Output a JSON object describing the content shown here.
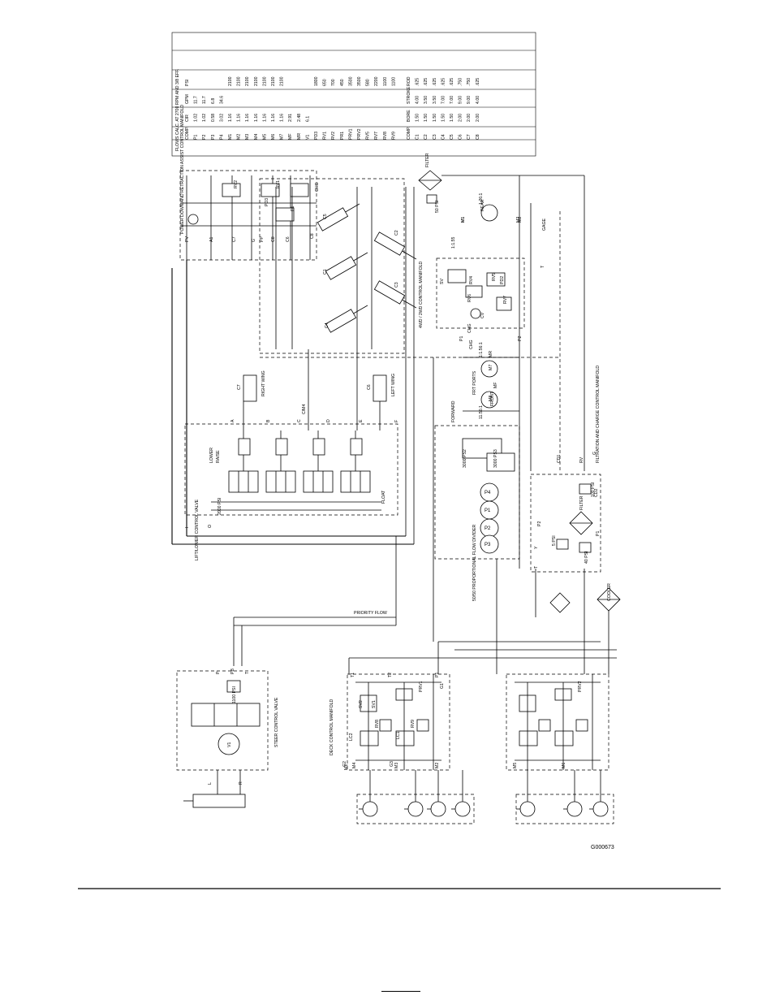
{
  "figure_id": "G000673",
  "flow_table": {
    "title": "FLOWS CALC. AT 2700 RPM AND 3/8 EFF.",
    "headers": [
      "COMP.",
      "CIR",
      "GPM",
      "PSI"
    ],
    "rows": [
      [
        "P1",
        "1.02",
        "11.7",
        ""
      ],
      [
        "P2",
        "1.02",
        "11.7",
        ""
      ],
      [
        "P3",
        "0.58",
        "6.8",
        ""
      ],
      [
        "P4",
        "3.02",
        "34.6",
        ""
      ],
      [
        "M1",
        "1.16",
        "",
        "2100"
      ],
      [
        "M2",
        "1.16",
        "",
        "2100"
      ],
      [
        "M3",
        "1.16",
        "",
        "2100"
      ],
      [
        "M4",
        "1.16",
        "",
        "2100"
      ],
      [
        "M5",
        "1.16",
        "",
        "2100"
      ],
      [
        "M6",
        "1.16",
        "",
        "2100"
      ],
      [
        "M7",
        "1.16",
        "",
        "2100"
      ],
      [
        "MF",
        "2.91",
        "",
        ""
      ],
      [
        "MR",
        "2.48",
        "",
        ""
      ],
      [
        "V1",
        "6.1",
        "",
        ""
      ],
      [
        "PD3",
        "",
        "",
        "1800"
      ],
      [
        "RV1",
        "",
        "",
        "650"
      ],
      [
        "RV2",
        "",
        "",
        "700"
      ],
      [
        "PR1",
        "",
        "",
        "450"
      ],
      [
        "PRV1",
        "",
        "",
        "3500"
      ],
      [
        "PRV2",
        "",
        "",
        "3500"
      ],
      [
        "RV5",
        "",
        "",
        "580"
      ],
      [
        "RV7",
        "",
        "",
        "2200"
      ],
      [
        "RV8",
        "",
        "",
        "1100"
      ],
      [
        "RV9",
        "",
        "",
        "1100"
      ]
    ],
    "cyl_headers": [
      "COMP.",
      "BORE",
      "STROKE",
      "ROD"
    ],
    "cyl_rows": [
      [
        "C1",
        "1.50",
        "4.00",
        ".625"
      ],
      [
        "C2",
        "1.50",
        "3.50",
        ".625"
      ],
      [
        "C3",
        "1.50",
        "3.50",
        ".625"
      ],
      [
        "C4",
        "1.50",
        "7.00",
        ".625"
      ],
      [
        "C5",
        "1.50",
        "7.00",
        ".625"
      ],
      [
        "C6",
        "2.00",
        "9.00",
        ".750"
      ],
      [
        "C7",
        "2.00",
        "9.00",
        ".750"
      ],
      [
        "C8",
        "2.00",
        "4.00",
        ".625"
      ]
    ]
  },
  "labels": {
    "power_down": "POWER DOWN AND RETRACTION ASSIST CONTROL MANIFOLD",
    "lift_lower": "LIFT/LOWER CONTROL VALVE",
    "lower": "LOWER",
    "raise": "RAISE",
    "float": "FLOAT",
    "priority_flow": "PRIORITY FLOW",
    "flow_divider": "50/50 PROPORTIONAL FLOW DIVIDER",
    "fourwd": "4WD / 2WD CONTROL MANIFOLD",
    "filtration": "FILTRATION AND CHARGE CONTROL MANIFOLD",
    "filter": "FILTER",
    "cooler": "COOLER",
    "steer": "STEER CONTROL VALVE",
    "deck": "DECK CONTROL MANIFOLD",
    "right_wing": "RIGHT WING",
    "left_wing": "LEFT WING",
    "forward": "FORWARD",
    "front": "FRONT",
    "rear": "REAR",
    "frt_ports": "FRT PORTS",
    "gage": "GAGE",
    "chg": "CHG",
    "psi_2000": "2000 PSI",
    "psi_1100": "1100 PSI",
    "psi_50": "50 PSI",
    "psi_100": "100 PSI",
    "psi_5": "5 PSI",
    "psi_40": "40 PSI",
    "psi_3000a": "3000 PS2",
    "psi_3000b": "3000 PS3",
    "ratio_1": "1:1.55",
    "ratio_2": "1:1.56:1",
    "ratio_3": "11.56:1",
    "ratio_4": "1.26:1"
  },
  "ports": {
    "manifold_top": [
      "PV",
      "A1",
      "C7",
      "C6",
      "E1",
      "G",
      "PP",
      "C8"
    ],
    "pd": [
      "RV2",
      "RV1",
      "PD3",
      "CHG"
    ],
    "lift_ports": [
      "A",
      "B",
      "C",
      "D",
      "E",
      "F",
      "C/M4",
      "I",
      "O"
    ],
    "cylinders": [
      "C1",
      "C2",
      "C3",
      "C4",
      "C5",
      "C6",
      "C7",
      "C8"
    ],
    "pumps": [
      "P1",
      "P2",
      "P3",
      "P4"
    ],
    "motors_drive": [
      "M1",
      "M2",
      "M7",
      "M8",
      "MF",
      "MR"
    ],
    "cd": [
      "CD1",
      "CD2",
      "RV",
      "G",
      "T",
      "Y",
      "P1",
      "P2"
    ],
    "steer": [
      "P",
      "PB",
      "T",
      "L",
      "R",
      "V1"
    ],
    "deck_ports": [
      "T1",
      "T2",
      "P1",
      "G1",
      "G2",
      "G3",
      "M1",
      "M2",
      "M3",
      "M4",
      "M5",
      "M6"
    ],
    "deck_valves": [
      "LC1",
      "LC2",
      "SV1",
      "SV2",
      "PRV1",
      "PRV2",
      "RV8",
      "RV9"
    ],
    "fourwd": [
      "SV",
      "RV4",
      "RV5",
      "RV6",
      "RV7",
      "PD2",
      "CV",
      "CHG",
      "M1",
      "M2",
      "P1",
      "P2",
      "T"
    ]
  },
  "colors": {
    "ink": "#000000",
    "paper": "#ffffff"
  }
}
